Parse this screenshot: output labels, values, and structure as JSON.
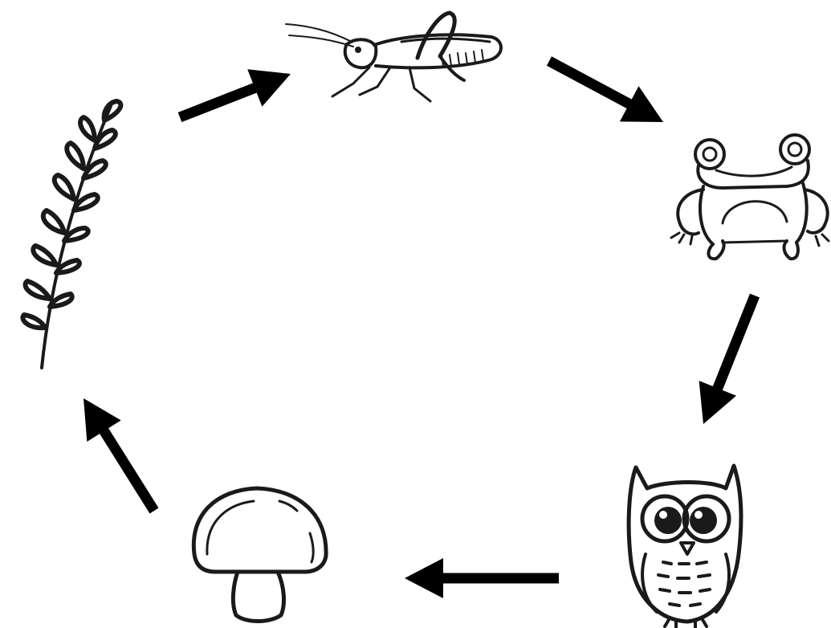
{
  "diagram": {
    "type": "cycle",
    "nodes": [
      {
        "id": "plant",
        "icon": "plant-sprig-icon"
      },
      {
        "id": "grasshopper",
        "icon": "grasshopper-icon"
      },
      {
        "id": "frog",
        "icon": "frog-icon"
      },
      {
        "id": "owl",
        "icon": "owl-icon"
      },
      {
        "id": "mushroom",
        "icon": "mushroom-icon"
      }
    ],
    "edges": [
      {
        "from": "plant",
        "to": "grasshopper"
      },
      {
        "from": "grasshopper",
        "to": "frog"
      },
      {
        "from": "frog",
        "to": "owl"
      },
      {
        "from": "owl",
        "to": "mushroom"
      },
      {
        "from": "mushroom",
        "to": "plant"
      }
    ],
    "colors": {
      "ink": "#1a1a1a",
      "arrow": "#000000",
      "background": "#ffffff"
    }
  }
}
